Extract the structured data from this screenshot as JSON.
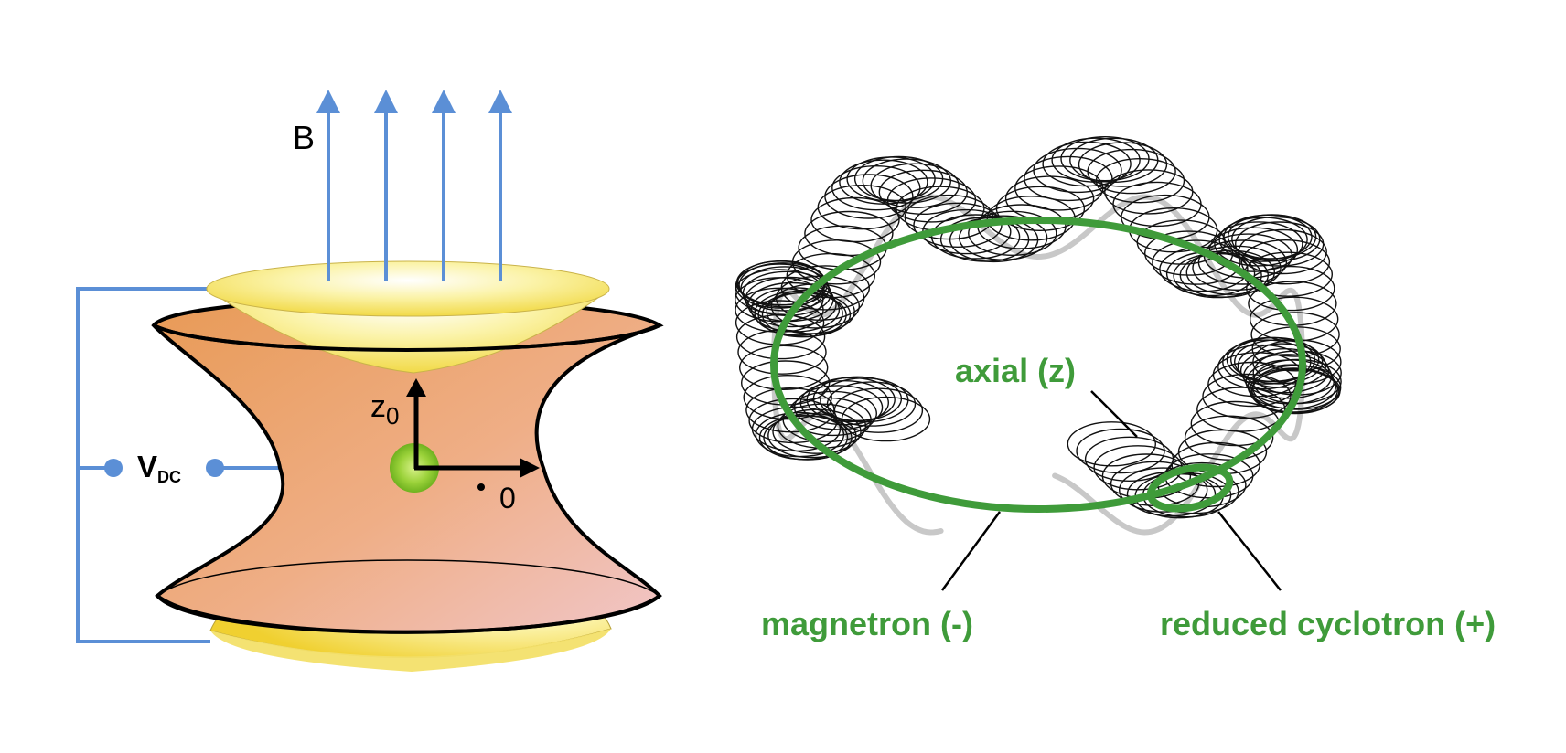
{
  "penning_trap": {
    "field_label": "B",
    "voltage_label_main": "V",
    "voltage_label_sub": "DC",
    "z_axis_label_main": "z",
    "z_axis_label_sub": "0",
    "r_axis_label": "0",
    "field_arrow_count": 4
  },
  "ion_motion": {
    "labels": {
      "axial": "axial (z)",
      "magnetron": "magnetron (-)",
      "cyclotron": "reduced cyclotron (+)"
    }
  },
  "colors": {
    "field_blue": "#5b8fd6",
    "wire_blue": "#5b8fd6",
    "ring_orange": "#e9a36b",
    "endcap_yellow": "#f5e56a",
    "ion_green": "#9bd23a",
    "motion_green": "#3f9b3a",
    "label_green": "#3f9b3a",
    "axial_gray": "#c8c8c8",
    "outline": "#000000"
  }
}
